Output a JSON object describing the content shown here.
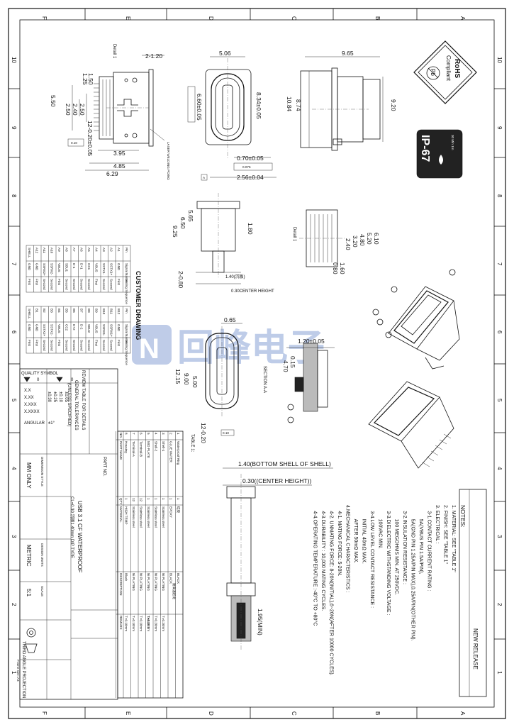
{
  "frame": {
    "border_cols": [
      "F",
      "E",
      "D",
      "C",
      "B",
      "A"
    ],
    "border_rows": [
      "10",
      "9",
      "8",
      "7",
      "6",
      "5",
      "4",
      "3",
      "2",
      "1"
    ]
  },
  "logos": {
    "rohs": [
      "RoHS",
      "Compliant",
      "Pb"
    ],
    "ip67": [
      "IP-67",
      "30 Min 1m"
    ]
  },
  "watermark": "回峰电子",
  "section_title": "CUSTOMER DRAWING",
  "labels": {
    "detail_1a": "Detail 1",
    "detail_1b": "Detail 1",
    "laser": "LASER WELDING POING",
    "section_aa": "SECTION A-A",
    "center_height": "0.30CENTER HEIGHT",
    "bottom_shell": "1.40(BOTTOM SHELL OF SHELL)",
    "center_height2": "0.30((CENTER HEIGHT))",
    "height_note": "1.40(沉板)",
    "min_note": "1.95(MIN)",
    "table1": "TABLE 1:",
    "table2": "TABLE 2:",
    "new_release": "NEW RELEASE"
  },
  "dims": {
    "d_2_1_20": "2-1.20",
    "d_1_50": "1.50",
    "d_1_25": "1.25",
    "d_5_50": "5.50",
    "d_2_50": "2.50",
    "d_2_40": "2.40",
    "d_2_50b": "2.50",
    "d_12_0_20": "12-0.20±0.05",
    "d_3_95": "3.95",
    "d_4_85": "4.85",
    "d_6_29": "6.29",
    "d_5_06": "5.06",
    "d_6_60": "6.60±0.05",
    "d_8_34": "8.34±0.05",
    "d_0_70": "0.70±0.05",
    "d_2_56": "2.56±0.04",
    "d_9_65": "9.65",
    "d_10_84": "10.84",
    "d_8_74": "8.74",
    "d_9_20": "9.20",
    "d_5_65": "5.65",
    "d_6_50": "6.50",
    "d_9_25": "9.25",
    "d_1_80": "1.80",
    "d_2_080": "2-0.80",
    "d_6_10": "6.10",
    "d_5_20": "5.20",
    "d_4_80": "4.80",
    "d_3_20": "3.20",
    "d_2_40b": "2.40",
    "d_1_60": "1.60",
    "d_0_80": "0.80",
    "d_0_65": "0.65",
    "d_12_15": "12.15",
    "d_9_00": "9.00",
    "d_5_00": "5.00",
    "d_12_0_20b": "12-0.20",
    "d_1_20": "1.20±0.05",
    "d_0_15": "0.15",
    "d_4_70": "4.70",
    "tol_a": "0.10",
    "tol_b": "0.075",
    "tol_c": "0.04"
  },
  "pin_table_a": {
    "headers": [
      "Pin",
      "Signal Name",
      "Mating Sequence"
    ],
    "rows": [
      [
        "A1",
        "GND",
        "First"
      ],
      [
        "A2",
        "SSTX1+",
        "Second"
      ],
      [
        "A3",
        "SSTX1-",
        "Second"
      ],
      [
        "A4",
        "VBUS",
        "First"
      ],
      [
        "A5",
        "CC1",
        "Second"
      ],
      [
        "A6",
        "D+1",
        "Second"
      ],
      [
        "A7",
        "D-1",
        "Second"
      ],
      [
        "A8",
        "SBU1",
        "Second"
      ],
      [
        "A9",
        "VBUS",
        "First"
      ],
      [
        "A10",
        "SSRX2-",
        "Second"
      ],
      [
        "A11",
        "SSRX2+",
        "Second"
      ],
      [
        "A12",
        "GND",
        "First"
      ],
      [
        "SHELL",
        "GND",
        "First"
      ]
    ]
  },
  "pin_table_b": {
    "headers": [
      "Pin",
      "Signal Name",
      "Mating Sequence"
    ],
    "rows": [
      [
        "B12",
        "GND",
        "First"
      ],
      [
        "B11",
        "SSRX1+",
        "Second"
      ],
      [
        "B10",
        "SSRX1-",
        "Second"
      ],
      [
        "B9",
        "VBUS",
        "First"
      ],
      [
        "B8",
        "SBU2",
        "Second"
      ],
      [
        "B7",
        "D-2",
        "Second"
      ],
      [
        "B6",
        "D+2",
        "Second"
      ],
      [
        "B5",
        "CC2",
        "Second"
      ],
      [
        "B4",
        "VBUS",
        "First"
      ],
      [
        "B3",
        "SSTX2-",
        "Second"
      ],
      [
        "B2",
        "SSTX2+",
        "Second"
      ],
      [
        "B1",
        "GND",
        "First"
      ],
      [
        "SHELL",
        "GND",
        "First"
      ]
    ]
  },
  "notes": {
    "title": "NOTES:",
    "lines": [
      "1. MATERIAL: SEE \"TABLE 1\"",
      "2. FINISH: SEE \"TABLE 1\"",
      "3. ELECTRICAL :",
      "3-1.CONTACT CURRENT RATING :",
      "5A(VBUS PIN 1.5A/PIN),",
      "5A(GND PIN 1.25A/PIN MAX),0.25A/PIN(OTHER PIN).",
      "3-2.INSULATION RESISTANCE :",
      "100 MEGOHMS MIN. AT 250VDC.",
      "3-3.DIELECTRIC WITHSTANDING VOLTAGE :",
      "100VAC MIN.",
      "3-4.LOW LEVEL CONTACT RESISTANCE :",
      "INITIAL 40mΩ MAX.",
      "AFTER 50mΩ MAX.",
      "4.MECHANICAL CHARACTERISTICS :",
      "4-1. MATING FORCE: 5-20N.",
      "4-2. UNMATING FORCE: 8-20N(INITIAL),6~20N(AFTER 10000 CYCLES).",
      "4-3.DURABILITY : 10,000 MATING CYCLES.",
      "4-4.OPERATING TEMPERATURE :-40°C TO +80°C"
    ]
  },
  "bom": {
    "headers": [
      "NO.",
      "PART NAME",
      "QTY",
      "MATERIAL",
      "DESCRIPTION",
      "REMARK"
    ],
    "rows": [
      [
        "1",
        "Waterproof Ring",
        "1",
        "硅胶",
        "BLACK",
        ""
      ],
      [
        "2",
        "GLUE WATER",
        "1",
        "EPOXY",
        "BLACK",
        ""
      ],
      [
        "3",
        "Shell-1",
        "1",
        "Stainless steel",
        "Ni PLATING",
        "T=0.20mm"
      ],
      [
        "4",
        "Shell-2",
        "1",
        "Stainless steel",
        "Ni PLATING",
        "T=0.20mm"
      ],
      [
        "5",
        "MID PLATE",
        "1",
        "Stainless steel",
        "Ni PLATING",
        "T=0.10mm"
      ],
      [
        "6",
        "Terminal-B",
        "12",
        "Stainless steel",
        "Ni PLATING",
        "T=0.10mm"
      ],
      [
        "7",
        "Terminal-A",
        "12",
        "Stainless steel",
        "Ni PLATING",
        "T=0.10mm"
      ],
      [
        "8",
        "Housing",
        "1",
        "HIGH TEMP",
        "Black",
        "T=0.10mm"
      ]
    ],
    "material_2": "耐高温尼龙"
  },
  "title_block": {
    "review": "REVIEW TABLE FOR DETAILS",
    "general_tol": "GENERAL TOLERANCES",
    "unless": "(UNLESS SPECIFIED)",
    "tol_rows": [
      [
        "X.X",
        "±0.30"
      ],
      [
        "X.XX",
        "±0.25"
      ],
      [
        "X.XXX",
        "±0.10"
      ],
      [
        "X.XXXX",
        "±0.05"
      ]
    ],
    "angular": "ANGULAR",
    "angular_val": "±1°",
    "quality_symbol": "QUALITY SYMBOL",
    "quality_vals": [
      "0",
      "0"
    ],
    "part_no": "PART NO.",
    "description": "USB 3.1 CF WATERPROOF",
    "description2": "CL=0.30 沉板1.40mm DIP TYPE",
    "dim_style_label": "DIMENSION STYLE",
    "dim_style": "MM ONLY",
    "design_units_label": "DESIGN UNITS",
    "design_units": "METRIC",
    "scale_label": "SCALE",
    "scale": "5:1",
    "projection": "THIRD ANGLE PROJECTION",
    "frame_size": "Frame size: A4"
  },
  "colors": {
    "line": "#111111",
    "watermark": "#8aa3d6",
    "fill_dark": "#222222",
    "fill_grey": "#bbbbbb"
  }
}
